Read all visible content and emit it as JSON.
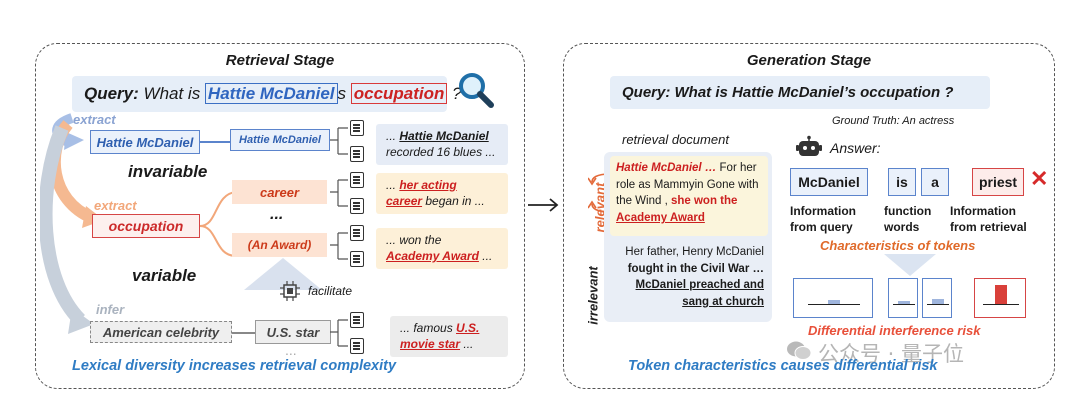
{
  "retrieval": {
    "title": "Retrieval Stage",
    "query_prefix": "Query:",
    "query_what": " What is ",
    "query_entity": "Hattie McDaniel",
    "query_s": "s",
    "query_attr": "occupation",
    "query_end": " ?",
    "extract1": "extract",
    "extract2": "extract",
    "infer": "infer",
    "entity_box": "Hattie McDaniel",
    "entity_box2": "Hattie McDaniel",
    "invariable": "invariable",
    "variable": "variable",
    "occupation_box": "occupation",
    "career_box": "career",
    "dots": "...",
    "award_box": "(An Award)",
    "celebrity_box": "American celebrity",
    "star_box": "U.S. star",
    "facilitate": "facilitate",
    "snippet1_pre": "... ",
    "snippet1_u": "Hattie McDaniel",
    "snippet1_post": "recorded 16 blues ...",
    "snippet2_pre": "... ",
    "snippet2_u1": "her acting",
    "snippet2_u2": "career",
    "snippet2_post": " began in ...",
    "snippet3_pre": "... won the",
    "snippet3_u": "Academy Award",
    "snippet3_post": " ...",
    "snippet4_pre": "... famous ",
    "snippet4_u1": "U.S.",
    "snippet4_u2": "movie star",
    "snippet4_post": " ...",
    "bottom_dots": "...",
    "caption": "Lexical diversity increases retrieval complexity"
  },
  "generation": {
    "title": "Generation Stage",
    "query": "Query: What is Hattie McDaniel’s occupation ?",
    "ground_truth": "Ground Truth: An actress",
    "retrieval_document": "retrieval document",
    "answer": "Answer:",
    "relevant": "relevant",
    "irrelevant": "irrelevant",
    "doc_rel_1": "Hattie McDaniel …",
    "doc_rel_2": " For her role as Mammyin Gone with the Wind , ",
    "doc_rel_3": "she won the ",
    "doc_rel_4": "Academy Award",
    "doc_irr_1": "Her father, Henry McDaniel ",
    "doc_irr_2": "fought in the Civil War … ",
    "doc_irr_3": "McDaniel preached and sang at church",
    "token1": "McDaniel",
    "token2": "is",
    "token3": "a",
    "token4": "priest",
    "cross": "✕",
    "desc1": "Information from query",
    "desc2": "function words",
    "desc3": "Information from retrieval",
    "char_caption": "Characteristics of tokens",
    "risk_caption": "Differential interference risk",
    "caption": "Token characteristics causes differential risk",
    "watermark": "公众号 · 量子位"
  },
  "colors": {
    "blue_accent": "#2f65c0",
    "red_accent": "#cc2222",
    "orange_accent": "#e06a2a",
    "caption_blue": "#2f7cc4"
  }
}
